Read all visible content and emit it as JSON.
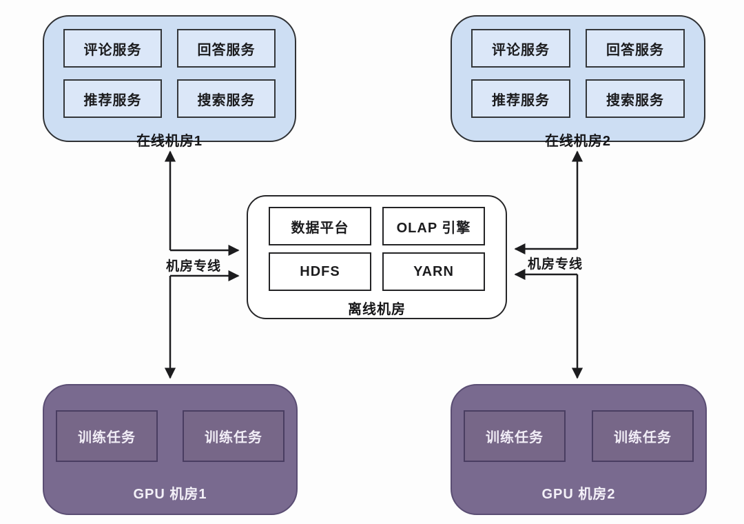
{
  "nodes": {
    "online_dc1": {
      "caption": "在线机房1",
      "services": [
        "评论服务",
        "回答服务",
        "推荐服务",
        "搜索服务"
      ]
    },
    "online_dc2": {
      "caption": "在线机房2",
      "services": [
        "评论服务",
        "回答服务",
        "推荐服务",
        "搜索服务"
      ]
    },
    "offline_dc": {
      "caption": "离线机房",
      "services": [
        "数据平台",
        "OLAP 引擎",
        "HDFS",
        "YARN"
      ]
    },
    "gpu_dc1": {
      "caption": "GPU 机房1",
      "tasks": [
        "训练任务",
        "训练任务"
      ]
    },
    "gpu_dc2": {
      "caption": "GPU 机房2",
      "tasks": [
        "训练任务",
        "训练任务"
      ]
    }
  },
  "edge_labels": {
    "left": "机房专线",
    "right": "机房专线"
  },
  "colors": {
    "online_fill": "#cddef3",
    "online_service_fill": "#dbe7f8",
    "offline_fill": "#ffffff",
    "gpu_fill": "#796a8f",
    "gpu_task_fill": "#776788",
    "gpu_border": "#5a4d73",
    "box_border": "#2f3134",
    "arrow_line": "#1c1c1e",
    "background": "#fdfdfd"
  }
}
